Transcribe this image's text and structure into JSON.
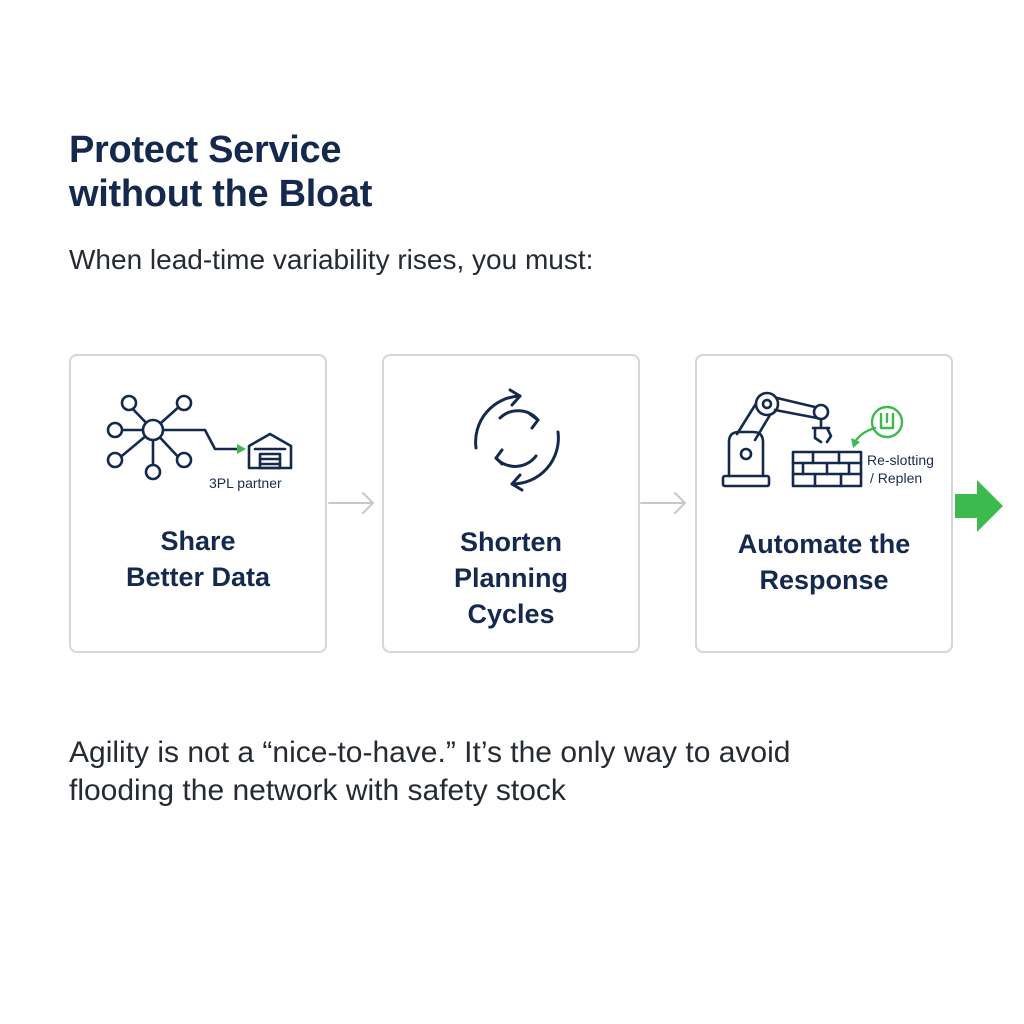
{
  "header": {
    "title_line1": "Protect Service",
    "title_line2": "without the Bloat",
    "subtitle": "When lead-time variability rises, you must:"
  },
  "steps": [
    {
      "label_line1": "Share",
      "label_line2": "Better Data",
      "icon": "network-hub-icon",
      "icon_caption": "3PL partner"
    },
    {
      "label_line1": "Shorten",
      "label_line2": "Planning",
      "label_line3": "Cycles",
      "icon": "refresh-cycle-icon"
    },
    {
      "label_line1": "Automate the",
      "label_line2": "Response",
      "icon": "robotic-arm-icon",
      "icon_caption_line1": "Re-slotting",
      "icon_caption_line2": "/ Replen"
    }
  ],
  "footer": {
    "line1": "Agility is not a “nice-to-have.” It’s the only way to avoid",
    "line2": "flooding the network with safety stock"
  },
  "colors": {
    "navy": "#15294f",
    "accent_green": "#3dba4e",
    "card_border": "#d4d6da",
    "connector_gray": "#c5c8cd"
  }
}
